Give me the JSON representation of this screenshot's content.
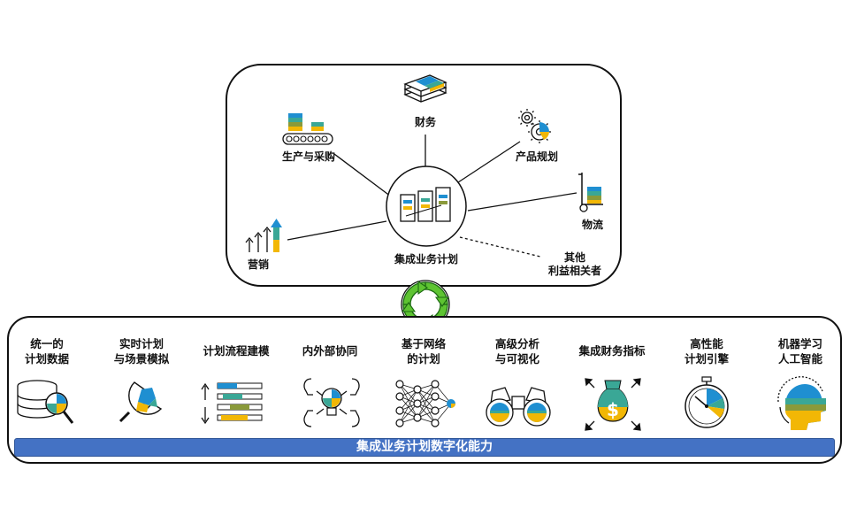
{
  "colors": {
    "blue": "#1f8fd1",
    "teal": "#3aa796",
    "olive": "#8a9a3a",
    "gold": "#f2b705",
    "green": "#5ec432",
    "banner": "#4472c4",
    "outline": "#111111"
  },
  "top_diagram": {
    "center": {
      "label": "集成业务计划",
      "icon": "planning-documents-icon"
    },
    "nodes": [
      {
        "label": "财务",
        "icon": "money-stack-icon"
      },
      {
        "label": "生产与采购",
        "icon": "conveyor-belt-icon"
      },
      {
        "label": "产品规划",
        "icon": "gears-icon"
      },
      {
        "label": "物流",
        "icon": "hand-truck-icon"
      },
      {
        "label": "营销",
        "icon": "growth-arrows-icon"
      },
      {
        "label_line1": "其他",
        "label_line2": "利益相关者"
      }
    ]
  },
  "cycle_icon": "circular-arrows-icon",
  "capabilities": [
    {
      "line1": "统一的",
      "line2": "计划数据",
      "icon": "database-search-icon"
    },
    {
      "line1": "实时计划",
      "line2": "与场景模拟",
      "icon": "wrench-icon"
    },
    {
      "line1": "计划流程建模",
      "line2": "",
      "icon": "process-bars-icon"
    },
    {
      "line1": "内外部协同",
      "line2": "",
      "icon": "collaboration-heads-icon"
    },
    {
      "line1": "基于网络",
      "line2": "的计划",
      "icon": "neural-network-icon"
    },
    {
      "line1": "高级分析",
      "line2": "与可视化",
      "icon": "binoculars-icon"
    },
    {
      "line1": "集成财务指标",
      "line2": "",
      "icon": "money-bag-icon"
    },
    {
      "line1": "高性能",
      "line2": "计划引擎",
      "icon": "stopwatch-icon"
    },
    {
      "line1": "机器学习",
      "line2": "人工智能",
      "icon": "ai-head-icon"
    }
  ],
  "banner": {
    "label": "集成业务计划数字化能力"
  }
}
